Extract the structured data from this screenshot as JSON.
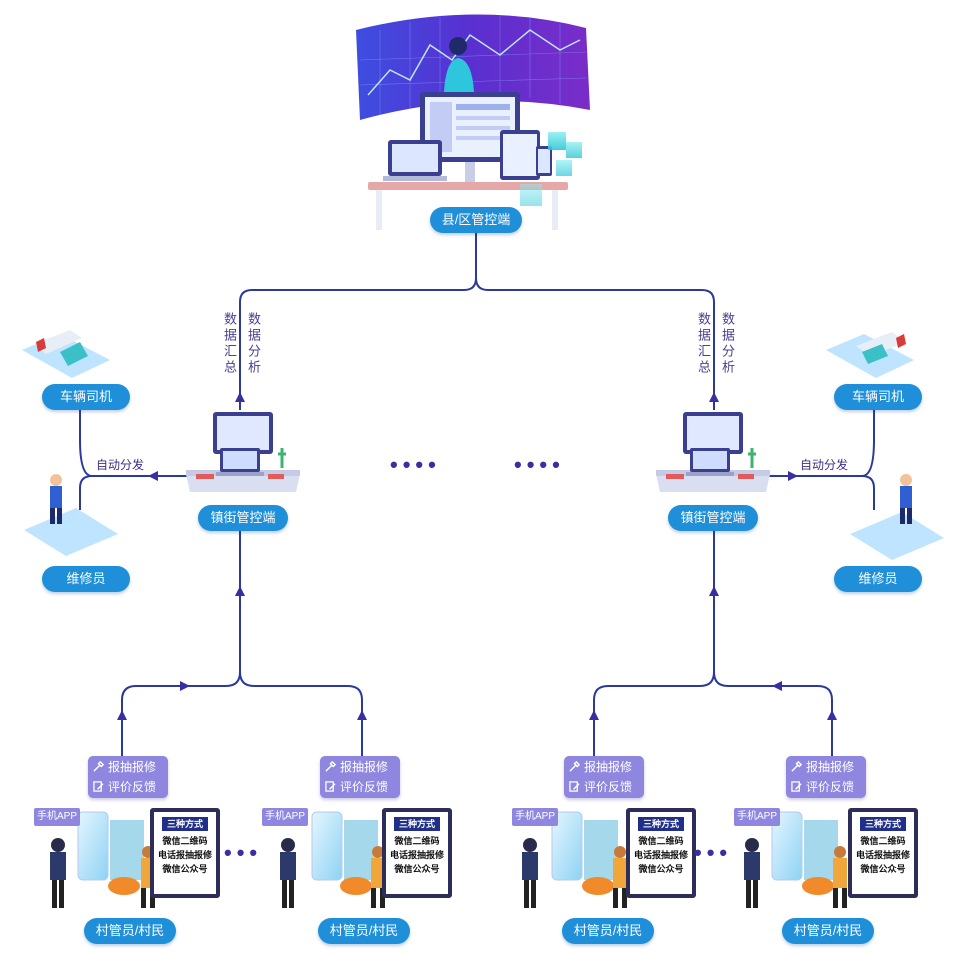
{
  "county": {
    "label": "县/区管控端"
  },
  "flow_labels": {
    "data_summary": "数据汇总",
    "data_analysis": "数据分析",
    "auto_dispatch": "自动分发"
  },
  "ellipsis": "••••",
  "towns": [
    {
      "label": "镇街管控端",
      "driver": "车辆司机",
      "repairer": "维修员"
    },
    {
      "label": "镇街管控端",
      "driver": "车辆司机",
      "repairer": "维修员"
    }
  ],
  "village_groups": [
    {
      "label": "村管员/村民",
      "report": "报抽报修",
      "feedback": "评价反馈",
      "app": "手机APP",
      "board_title": "三种方式",
      "methods": [
        "微信二维码",
        "电话报抽报修",
        "微信公众号"
      ]
    },
    {
      "label": "村管员/村民",
      "report": "报抽报修",
      "feedback": "评价反馈",
      "app": "手机APP",
      "board_title": "三种方式",
      "methods": [
        "微信二维码",
        "电话报抽报修",
        "微信公众号"
      ]
    },
    {
      "label": "村管员/村民",
      "report": "报抽报修",
      "feedback": "评价反馈",
      "app": "手机APP",
      "board_title": "三种方式",
      "methods": [
        "微信二维码",
        "电话报抽报修",
        "微信公众号"
      ]
    },
    {
      "label": "村管员/村民",
      "report": "报抽报修",
      "feedback": "评价反馈",
      "app": "手机APP",
      "board_title": "三种方式",
      "methods": [
        "微信二维码",
        "电话报抽报修",
        "微信公众号"
      ]
    }
  ],
  "village_ellipsis": "•••",
  "colors": {
    "line": "#2b3a9a",
    "pill": "#1e8fd8",
    "accent": "#8f86e0"
  }
}
